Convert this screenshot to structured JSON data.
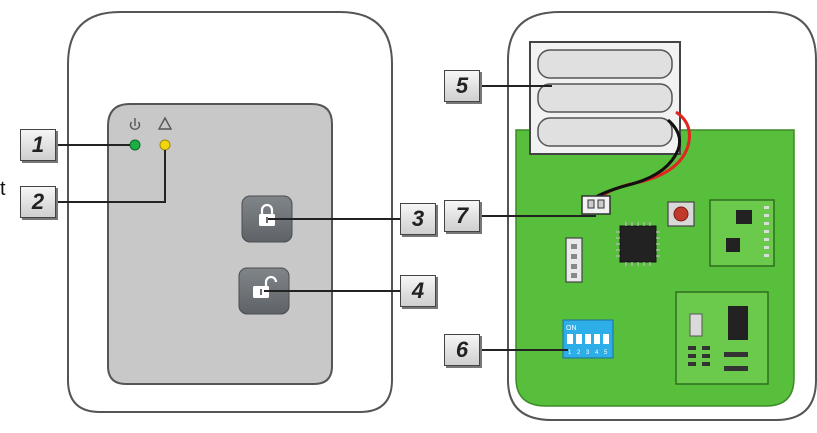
{
  "fragment_text": "t",
  "callouts": [
    "1",
    "2",
    "3",
    "4",
    "5",
    "6",
    "7"
  ],
  "dip_switch": {
    "label": "ON",
    "positions": [
      "1",
      "2",
      "3",
      "4",
      "5"
    ]
  },
  "colors": {
    "pcb": "#58bf3c",
    "faceplate": "#c8c8c8",
    "button": "#6f7377",
    "led_power": "#1fae45",
    "led_warning": "#f2d40c",
    "dip_switch": "#2eaee8",
    "wire_red": "#e0261e",
    "wire_black": "#111111"
  },
  "icons": [
    "power-icon",
    "warning-icon",
    "lock-closed-icon",
    "lock-open-icon"
  ]
}
